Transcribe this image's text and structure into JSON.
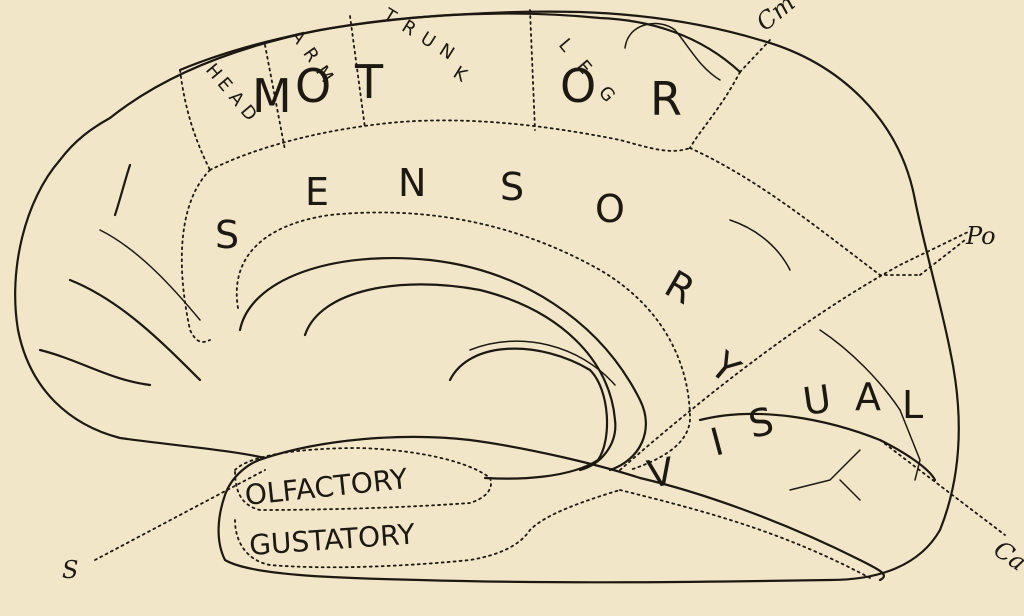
{
  "regions": {
    "motor": [
      "M",
      "O",
      "T",
      "O",
      "R"
    ],
    "motor_parts": {
      "head": [
        "H",
        "E",
        "A",
        "D"
      ],
      "arm": [
        "A",
        "R",
        "M"
      ],
      "trunk": [
        "T",
        "R",
        "U",
        "N",
        "K"
      ],
      "leg": [
        "L",
        "E",
        "G"
      ]
    },
    "sensory": [
      "S",
      "E",
      "N",
      "S",
      "O",
      "R",
      "Y"
    ],
    "visual": [
      "V",
      "I",
      "S",
      "U",
      "A",
      "L"
    ],
    "olfactory": "OLFACTORY",
    "gustatory": "GUSTATORY"
  },
  "reference_points": {
    "cm": "Cm",
    "po": "Po",
    "ca": "Ca",
    "s": "S"
  }
}
